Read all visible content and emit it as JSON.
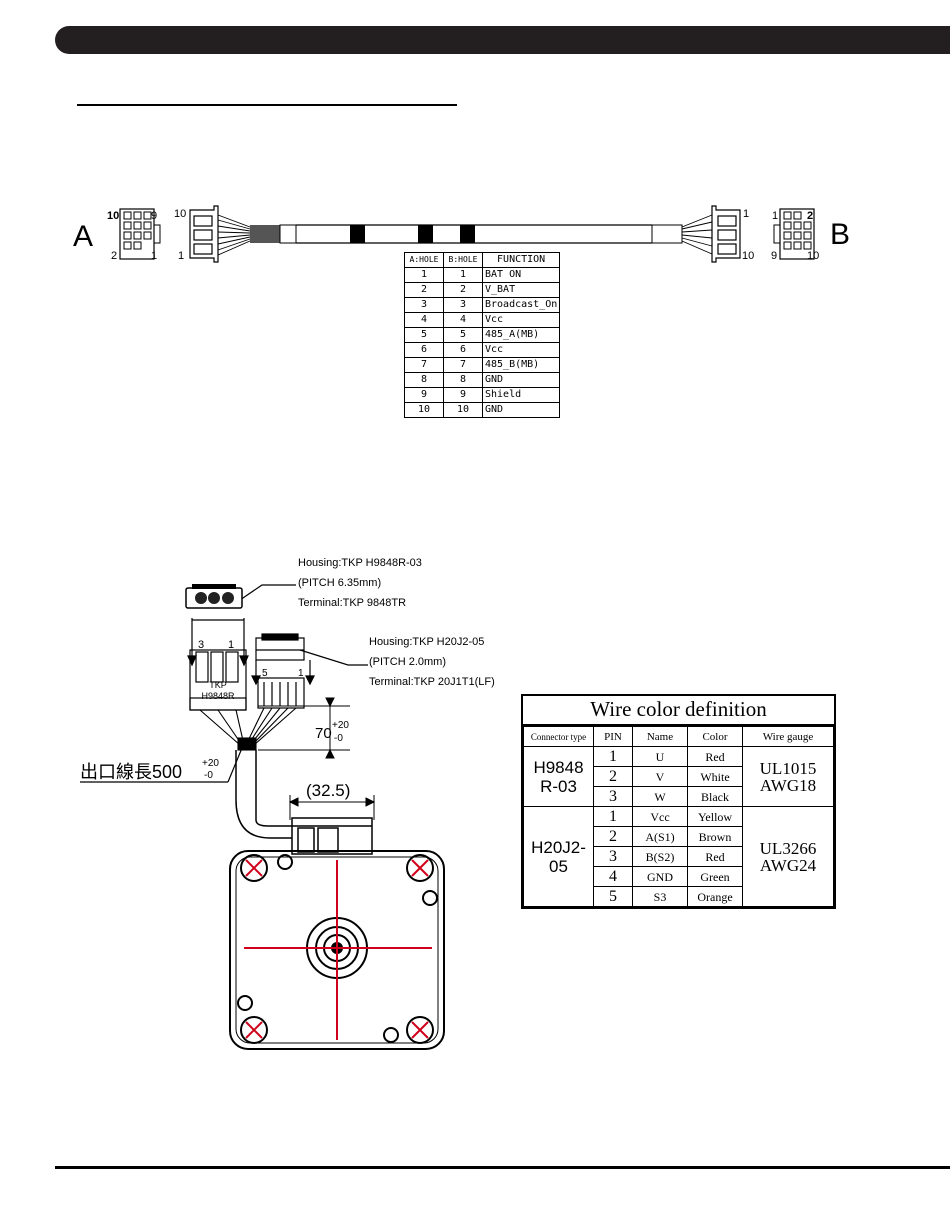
{
  "cable": {
    "end_a": "A",
    "end_b": "B",
    "pin_labels_a": {
      "top_left": "10",
      "top_right": "9",
      "bottom_left": "2",
      "bottom_right": "1"
    },
    "plug_labels_a": {
      "top": "10",
      "bottom": "1"
    },
    "plug_labels_b": {
      "top": "1",
      "bottom": "10"
    },
    "pin_labels_b": {
      "top_left": "1",
      "top_right": "2",
      "bottom_left": "9",
      "bottom_right": "10"
    },
    "table": {
      "headers": [
        "A:HOLE",
        "B:HOLE",
        "FUNCTION"
      ],
      "rows": [
        [
          "1",
          "1",
          "BAT ON"
        ],
        [
          "2",
          "2",
          "V_BAT"
        ],
        [
          "3",
          "3",
          "Broadcast_On"
        ],
        [
          "4",
          "4",
          "Vcc"
        ],
        [
          "5",
          "5",
          "485_A(MB)"
        ],
        [
          "6",
          "6",
          "Vcc"
        ],
        [
          "7",
          "7",
          "485_B(MB)"
        ],
        [
          "8",
          "8",
          "GND"
        ],
        [
          "9",
          "9",
          "Shield"
        ],
        [
          "10",
          "10",
          "GND"
        ]
      ]
    }
  },
  "motor": {
    "housing1": [
      "Housing:TKP H9848R-03",
      "(PITCH 6.35mm)",
      "Terminal:TKP 9848TR"
    ],
    "housing2": [
      "Housing:TKP H20J2-05",
      "(PITCH 2.0mm)",
      "Terminal:TKP 20J1T1(LF)"
    ],
    "connector_label": [
      "TKP",
      "H9848R"
    ],
    "connector_pins1": [
      "3",
      "1"
    ],
    "connector_pins2": [
      "5",
      "1"
    ],
    "dim_70": {
      "value": "70",
      "tol_plus": "+20",
      "tol_minus": "-0"
    },
    "dim_outlet": {
      "value": "出口線長500",
      "tol_plus": "+20",
      "tol_minus": "-0"
    },
    "dim_width": "(32.5)"
  },
  "wire_table": {
    "title": "Wire color definition",
    "headers": [
      "Connector type",
      "PIN",
      "Name",
      "Color",
      "Wire gauge"
    ],
    "groups": [
      {
        "connector": [
          "H9848",
          "R-03"
        ],
        "gauge": [
          "UL1015",
          "AWG18"
        ],
        "rows": [
          [
            "1",
            "U",
            "Red"
          ],
          [
            "2",
            "V",
            "White"
          ],
          [
            "3",
            "W",
            "Black"
          ]
        ]
      },
      {
        "connector": [
          "H20J2-",
          "05"
        ],
        "gauge": [
          "UL3266",
          "AWG24"
        ],
        "rows": [
          [
            "1",
            "Vcc",
            "Yellow"
          ],
          [
            "2",
            "A(S1)",
            "Brown"
          ],
          [
            "3",
            "B(S2)",
            "Red"
          ],
          [
            "4",
            "GND",
            "Green"
          ],
          [
            "5",
            "S3",
            "Orange"
          ]
        ]
      }
    ]
  }
}
